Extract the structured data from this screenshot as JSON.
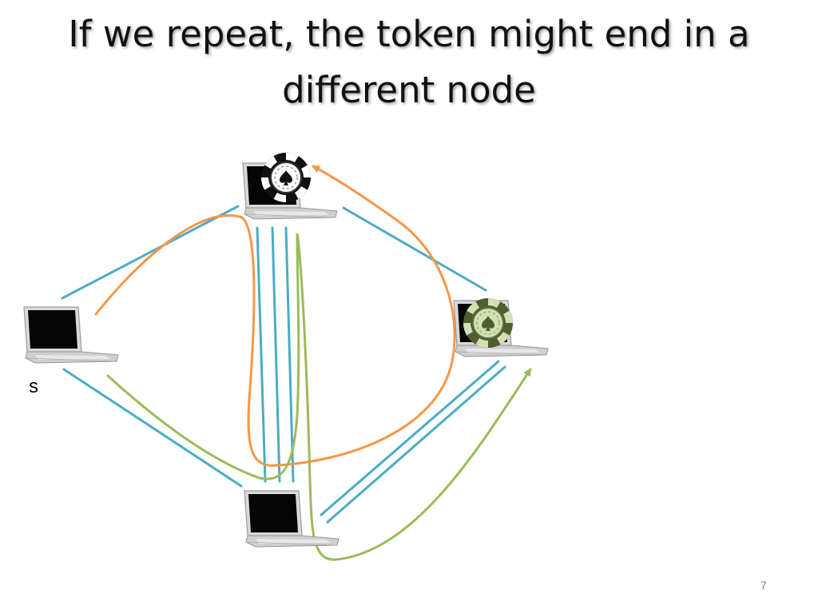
{
  "slide": {
    "title": "If we repeat, the token might end in a different node",
    "node_label": "s",
    "slide_number": "7"
  },
  "colors": {
    "link": "#4bacc6",
    "path_previous": "#f79646",
    "path_current": "#9bbb59",
    "token_previous": "#111111",
    "token_current": "#9bbb59"
  },
  "nodes": [
    "laptop-left",
    "laptop-top",
    "laptop-right",
    "laptop-bottom"
  ],
  "icons": [
    "laptop-icon",
    "poker-chip-icon"
  ]
}
